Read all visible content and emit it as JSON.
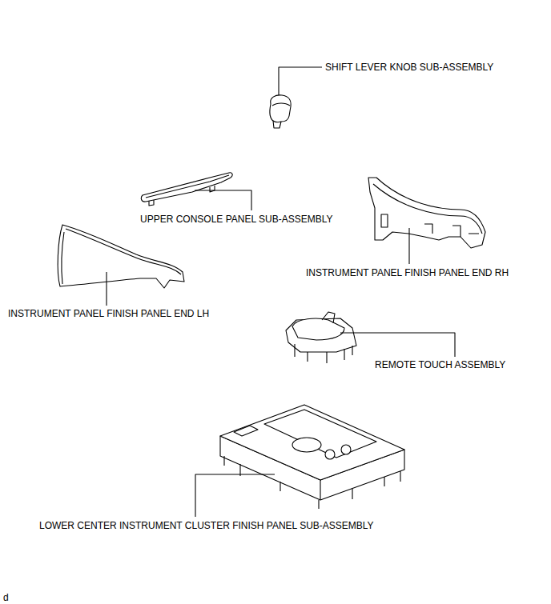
{
  "diagram": {
    "labels": [
      "SHIFT LEVER KNOB SUB-ASSEMBLY",
      "UPPER CONSOLE PANEL SUB-ASSEMBLY",
      "INSTRUMENT PANEL FINISH PANEL END RH",
      "INSTRUMENT PANEL FINISH PANEL END LH",
      "REMOTE TOUCH ASSEMBLY",
      "LOWER CENTER INSTRUMENT CLUSTER FINISH PANEL SUB-ASSEMBLY",
      "d"
    ]
  }
}
